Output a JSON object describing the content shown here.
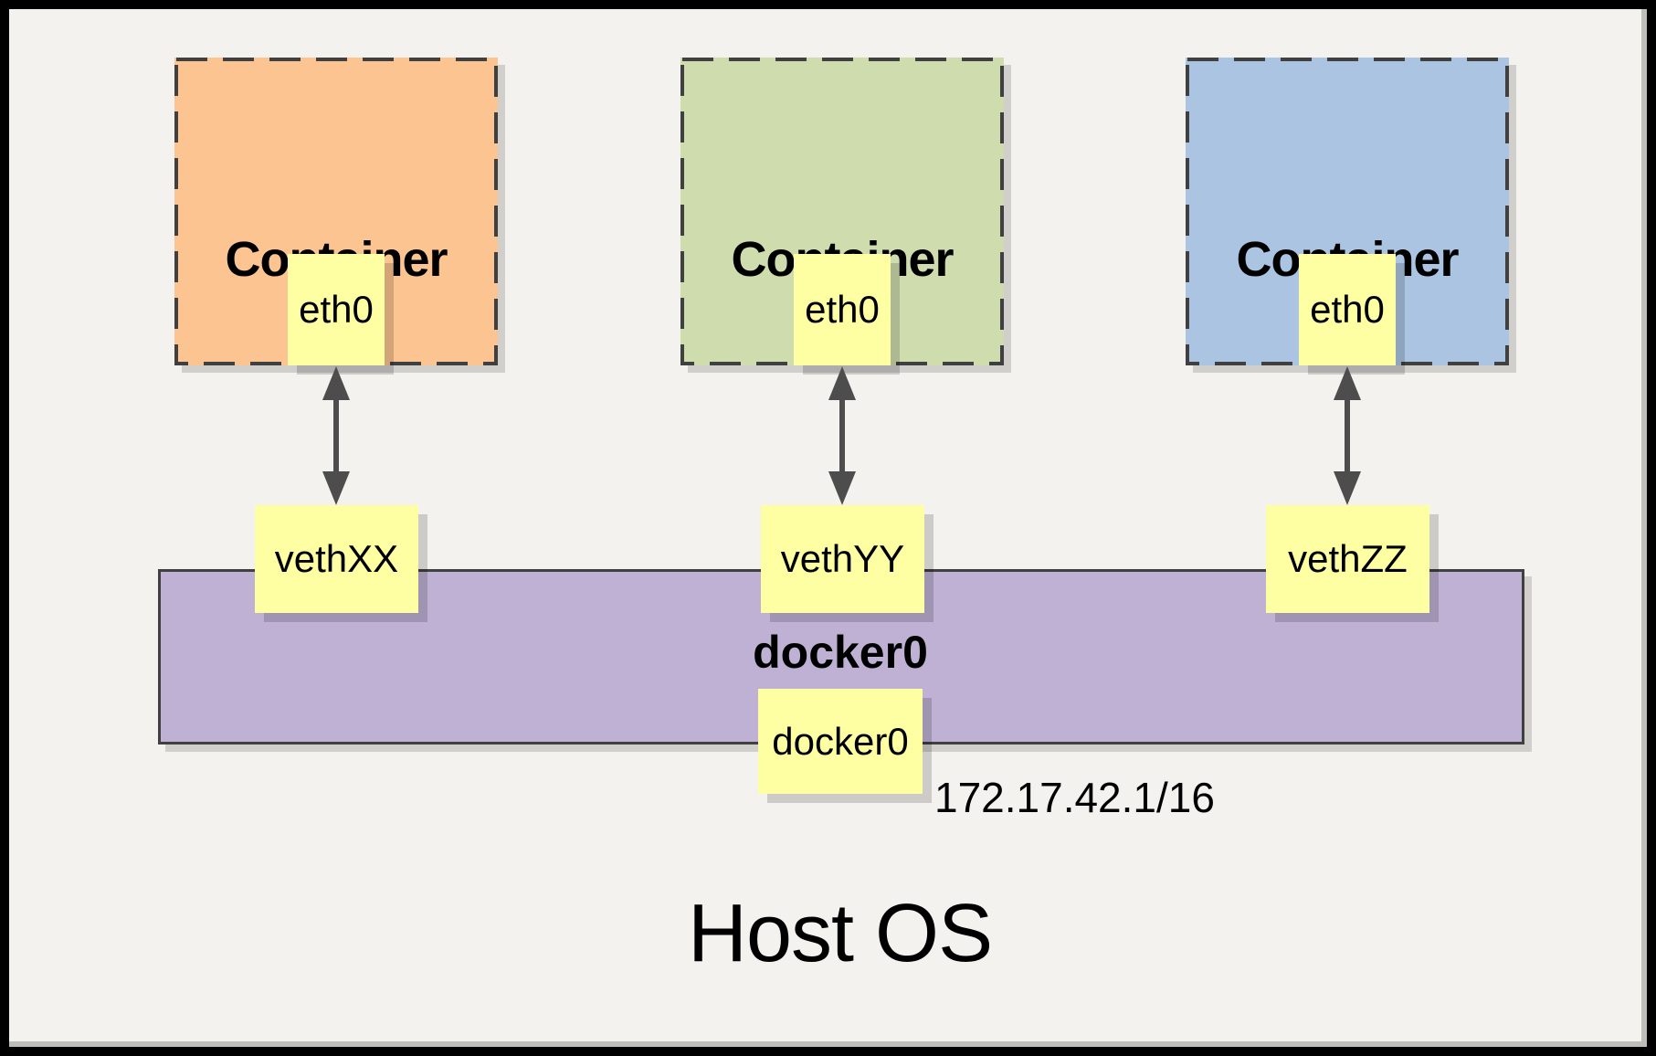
{
  "colors": {
    "page_bg": "#f4f2ee",
    "container1_fill": "#fbc490",
    "container2_fill": "#cfddae",
    "container3_fill": "#abc4e2",
    "note_fill": "#feffa2",
    "bridge_fill": "#beb1d4",
    "line": "#404040",
    "arrow": "#4d4d4d",
    "text": "#000000"
  },
  "containers": [
    {
      "label": "Container",
      "interface": "eth0",
      "veth": "vethXX"
    },
    {
      "label": "Container",
      "interface": "eth0",
      "veth": "vethYY"
    },
    {
      "label": "Container",
      "interface": "eth0",
      "veth": "vethZZ"
    }
  ],
  "bridge": {
    "label": "docker0",
    "interface": "docker0",
    "ip": "172.17.42.1/16"
  },
  "host": {
    "label": "Host OS"
  }
}
